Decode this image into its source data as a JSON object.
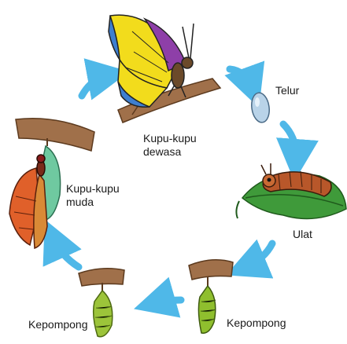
{
  "stages": {
    "adult": {
      "line1": "Kupu-kupu",
      "line2": "dewasa"
    },
    "egg": {
      "label": "Telur"
    },
    "larva": {
      "label": "Ulat"
    },
    "pupa_right": {
      "label": "Kepompong"
    },
    "pupa_left": {
      "label": "Kepompong"
    },
    "young": {
      "line1": "Kupu-kupu",
      "line2": "muda"
    }
  },
  "colors": {
    "arrow": "#4fb8e8",
    "branch": "#a0704a",
    "leaf": "#3f9a3a",
    "caterpillar": "#b8572a",
    "egg": "#b9d3e8",
    "pupa": "#8fbf2e",
    "wing_yellow": "#f2dc1c",
    "wing_purple": "#8e3fa8",
    "wing_blue": "#3e7fd0",
    "wing_orange": "#e0602a"
  },
  "icons": [
    "cycle-arrow-icon"
  ]
}
